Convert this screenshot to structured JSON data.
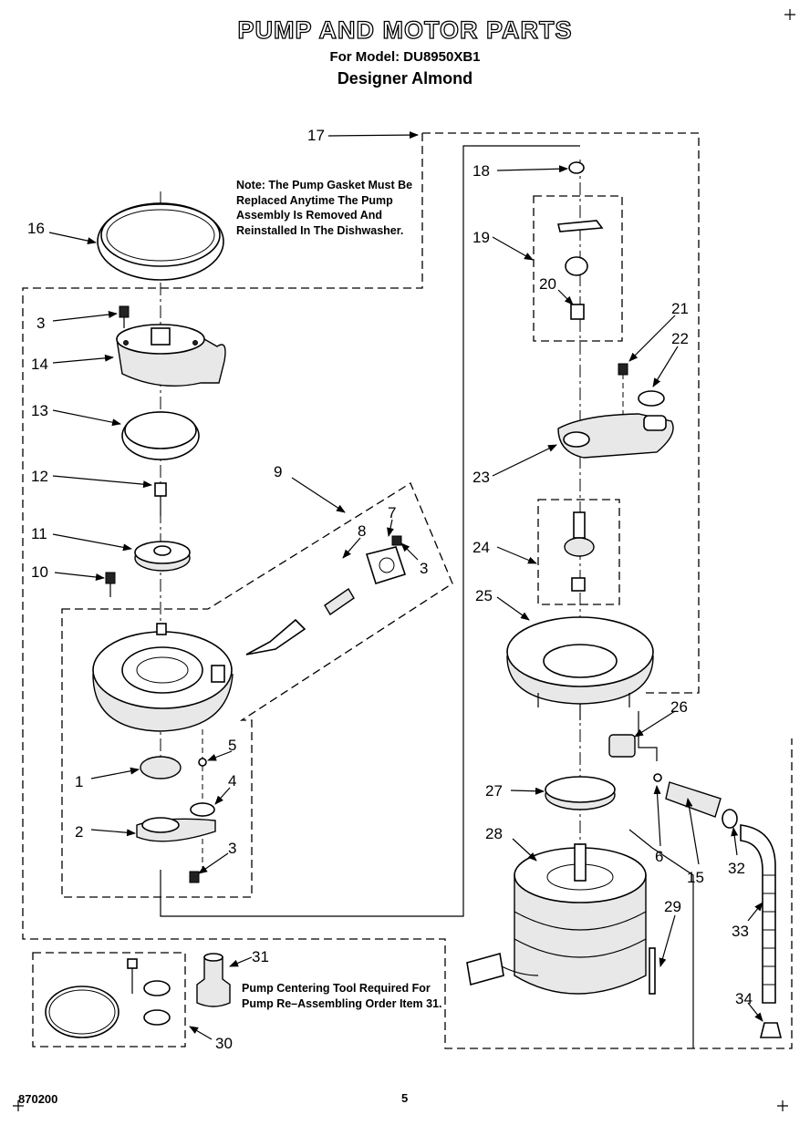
{
  "header": {
    "title": "PUMP AND MOTOR PARTS",
    "model": "For Model: DU8950XB1",
    "color": "Designer Almond"
  },
  "notes": {
    "gasket_note": "Note: The Pump Gasket Must Be Replaced Anytime The Pump Assembly Is Removed And Reinstalled In The Dishwasher.",
    "tool_note": "Pump Centering Tool Required For Pump Re–Assembling Order Item 31."
  },
  "callouts": {
    "c1": "1",
    "c2": "2",
    "c3a": "3",
    "c3b": "3",
    "c3c": "3",
    "c4": "4",
    "c5": "5",
    "c6": "6",
    "c7": "7",
    "c8": "8",
    "c9": "9",
    "c10": "10",
    "c11": "11",
    "c12": "12",
    "c13": "13",
    "c14": "14",
    "c15": "15",
    "c16": "16",
    "c17": "17",
    "c18": "18",
    "c19": "19",
    "c20": "20",
    "c21": "21",
    "c22": "22",
    "c23": "23",
    "c24": "24",
    "c25": "25",
    "c26": "26",
    "c27": "27",
    "c28": "28",
    "c29": "29",
    "c30": "30",
    "c31": "31",
    "c32": "32",
    "c33": "33",
    "c34": "34"
  },
  "footer": {
    "doc_number": "870200",
    "page_number": "5"
  }
}
